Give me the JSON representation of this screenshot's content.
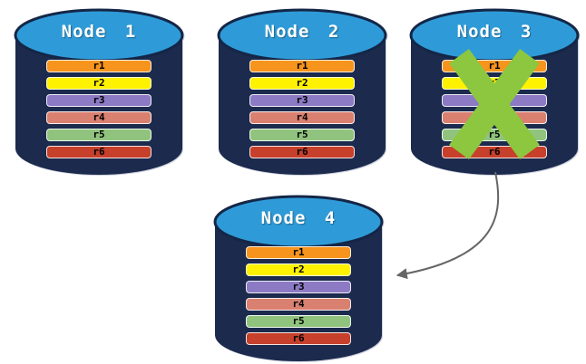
{
  "nodes": [
    {
      "label": "Node 1",
      "rows": [
        {
          "label": "r1",
          "color": "#F7941D"
        },
        {
          "label": "r2",
          "color": "#FFF200"
        },
        {
          "label": "r3",
          "color": "#8C7BC4"
        },
        {
          "label": "r4",
          "color": "#D98070"
        },
        {
          "label": "r5",
          "color": "#90C47E"
        },
        {
          "label": "r6",
          "color": "#C6402B"
        }
      ]
    },
    {
      "label": "Node 2",
      "rows": [
        {
          "label": "r1",
          "color": "#F7941D"
        },
        {
          "label": "r2",
          "color": "#FFF200"
        },
        {
          "label": "r3",
          "color": "#8C7BC4"
        },
        {
          "label": "r4",
          "color": "#D98070"
        },
        {
          "label": "r5",
          "color": "#90C47E"
        },
        {
          "label": "r6",
          "color": "#C6402B"
        }
      ]
    },
    {
      "label": "Node 3",
      "rows": [
        {
          "label": "r1",
          "color": "#F7941D"
        },
        {
          "label": "r2",
          "color": "#FFF200"
        },
        {
          "label": "r3",
          "color": "#8C7BC4"
        },
        {
          "label": "r4",
          "color": "#D98070"
        },
        {
          "label": "r5",
          "color": "#90C47E"
        },
        {
          "label": "r6",
          "color": "#C6402B"
        }
      ]
    },
    {
      "label": "Node 4",
      "rows": [
        {
          "label": "r1",
          "color": "#F7941D"
        },
        {
          "label": "r2",
          "color": "#FFF200"
        },
        {
          "label": "r3",
          "color": "#8C7BC4"
        },
        {
          "label": "r4",
          "color": "#D98070"
        },
        {
          "label": "r5",
          "color": "#90C47E"
        },
        {
          "label": "r6",
          "color": "#C6402B"
        }
      ]
    }
  ],
  "failure_mark": {
    "node": "Node 3",
    "icon": "x-mark",
    "color": "#8DC63F"
  },
  "arrow": {
    "from": "Node 3",
    "to": "Node 4",
    "color": "#666666"
  },
  "style": {
    "cylinder_body": "#1B2A4D",
    "cylinder_top": "#2E9BD8",
    "cylinder_outline": "#142647",
    "title_color": "#FFFFFF",
    "row_text_color": "#000000",
    "background": "#FFFFFF"
  }
}
